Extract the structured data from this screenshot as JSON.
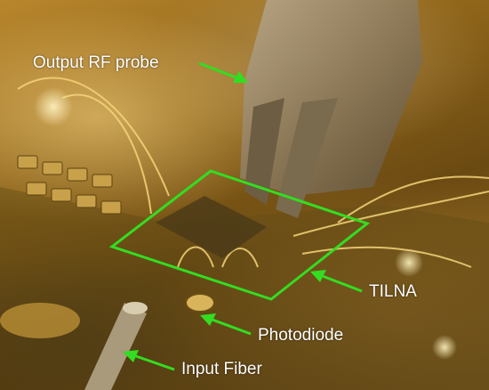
{
  "annotations": {
    "output_rf_probe": "Output RF probe",
    "tilna": "TILNA",
    "photodiode": "Photodiode",
    "input_fiber": "Input Fiber"
  },
  "colors": {
    "annotation_arrow": "#33dd22",
    "outline_box": "#33dd22",
    "label_text": "#ffffff"
  }
}
